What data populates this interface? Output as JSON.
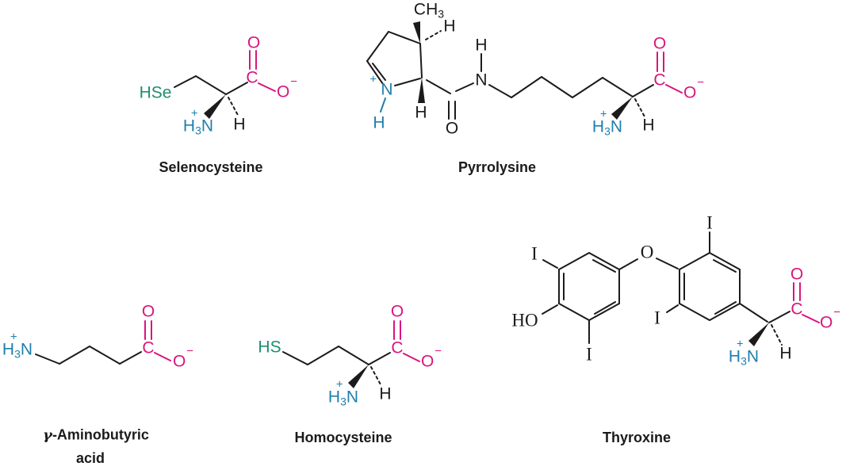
{
  "figure": {
    "description_labels": [
      "Selenocysteine",
      "Pyrrolysine",
      "γ-Aminobutyric acid",
      "Homocysteine",
      "Thyroxine"
    ]
  },
  "colors": {
    "bond": "#1c1a1b",
    "carboxylate": "#d9157e",
    "ammonium": "#1f7fad",
    "thiol_selenol": "#1e8e6e"
  },
  "atoms": {
    "h": "H",
    "c": "C",
    "n": "N",
    "o": "O",
    "i": "I",
    "ch": "CH",
    "sub_three": "3",
    "plus": "+",
    "minus": "−",
    "hse": "HSe",
    "hs": "HS",
    "ho": "HO"
  },
  "molecules": {
    "selenocysteine": {
      "name": "Selenocysteine"
    },
    "pyrrolysine": {
      "name": "Pyrrolysine"
    },
    "gaba": {
      "gamma": "γ",
      "name_rest": "-Aminobutyric",
      "name_line2": "acid"
    },
    "homocysteine": {
      "name": "Homocysteine"
    },
    "thyroxine": {
      "name": "Thyroxine"
    }
  }
}
